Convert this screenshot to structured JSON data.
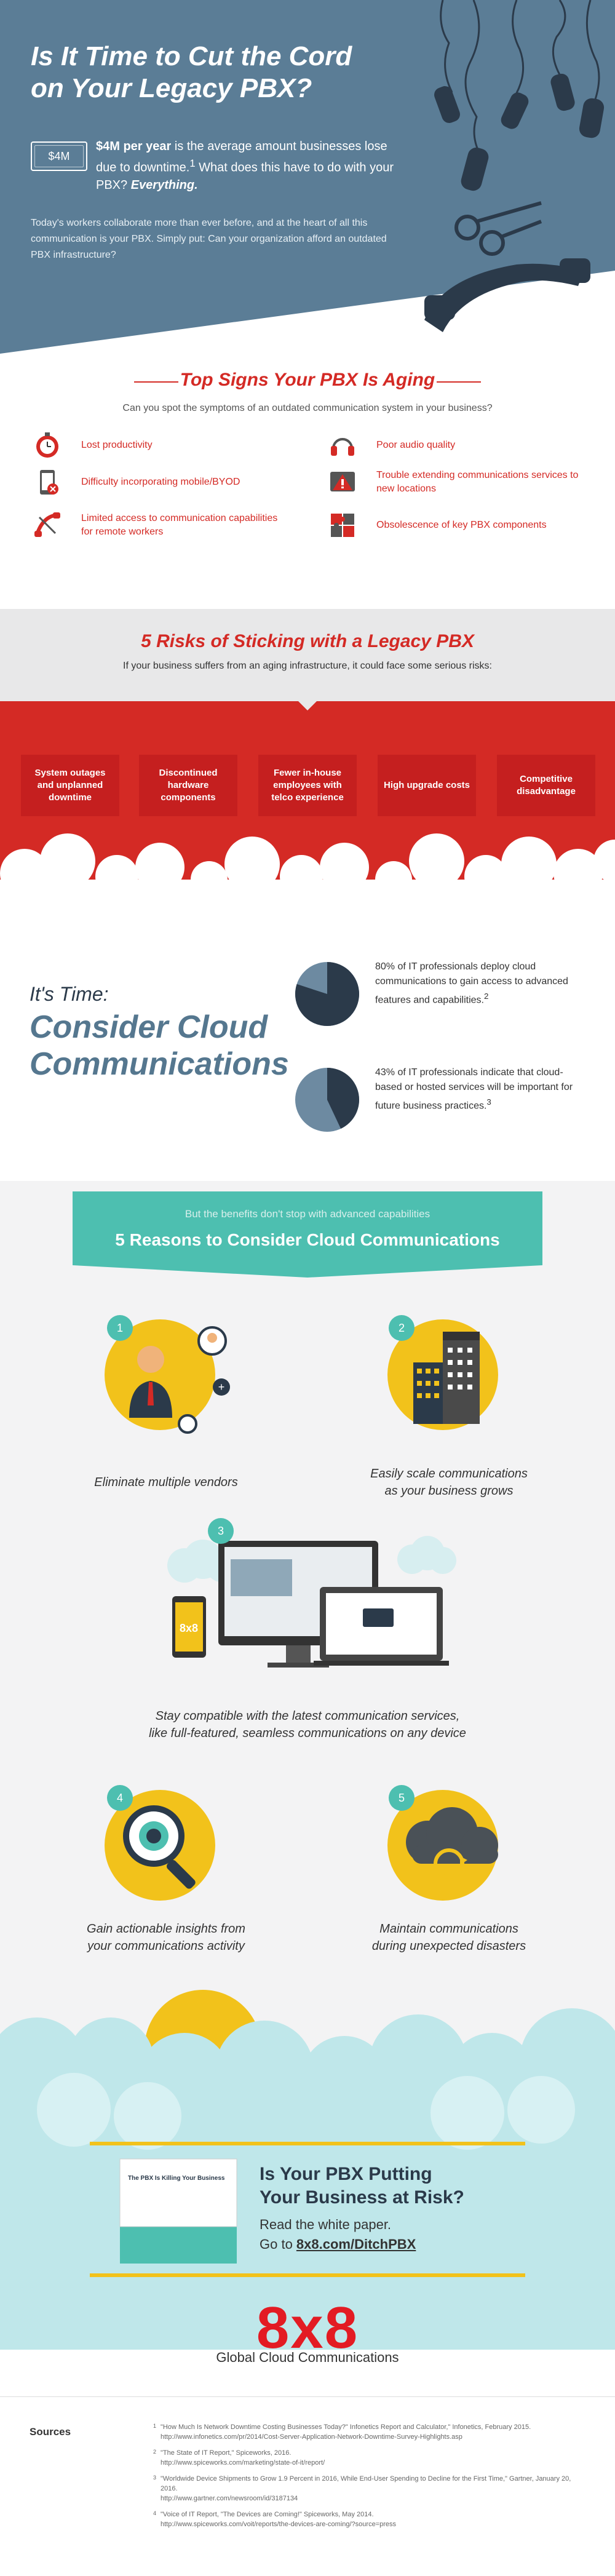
{
  "hero": {
    "title_line1": "Is It Time to Cut the Cord",
    "title_line2": "on Your Legacy PBX?",
    "money_label": "$4M",
    "stat_bold": "$4M per year",
    "stat_rest": " is the average amount businesses lose due to downtime.",
    "stat_sup": "1",
    "stat_question": " What does this have to do with your PBX? ",
    "stat_answer": "Everything.",
    "body": "Today's workers collaborate more than ever before, and at the heart of all this communication is your PBX. Simply put: Can your organization afford an outdated PBX infrastructure?"
  },
  "signs": {
    "title": "Top Signs Your PBX Is Aging",
    "subtitle": "Can you spot the symptoms of an outdated communication system in your business?",
    "items": [
      {
        "label": "Lost productivity",
        "icon": "clock-icon"
      },
      {
        "label": "Poor audio quality",
        "icon": "headset-icon"
      },
      {
        "label": "Difficulty incorporating mobile/BYOD",
        "icon": "mobile-icon"
      },
      {
        "label": "Trouble extending communications services to new locations",
        "icon": "warning-icon"
      },
      {
        "label": "Limited access to communication capabilities for remote workers",
        "icon": "broken-phone-icon"
      },
      {
        "label": "Obsolescence of key PBX components",
        "icon": "puzzle-icon"
      }
    ]
  },
  "risks": {
    "title": "5 Risks of Sticking with a Legacy PBX",
    "subtitle": "If your business suffers from an aging infrastructure, it could face some serious risks:",
    "items": [
      "System outages and unplanned downtime",
      "Discontinued hardware components",
      "Fewer in-house employees with telco experience",
      "High upgrade costs",
      "Competitive disadvantage"
    ]
  },
  "cloud": {
    "its_time": "It's Time:",
    "consider_line1": "Consider Cloud",
    "consider_line2": "Communications",
    "stats": [
      {
        "percent": 80,
        "text": "80% of IT professionals deploy cloud communications to gain access to advanced features and capabilities.",
        "sup": "2"
      },
      {
        "percent": 43,
        "text": "43% of IT professionals indicate that cloud-based or hosted services will be important for future business practices.",
        "sup": "3"
      }
    ]
  },
  "reasons": {
    "banner_sub": "But the benefits don't stop with advanced capabilities",
    "banner_title": "5 Reasons to Consider Cloud Communications",
    "items": [
      {
        "num": "1",
        "text": "Eliminate multiple vendors"
      },
      {
        "num": "2",
        "text_line1": "Easily scale communications",
        "text_line2": "as your business grows"
      },
      {
        "num": "3",
        "text_line1": "Stay compatible with the latest communication services,",
        "text_line2": "like full-featured, seamless communications on any device"
      },
      {
        "num": "4",
        "text_line1": "Gain actionable insights from",
        "text_line2": "your communications activity"
      },
      {
        "num": "5",
        "text_line1": "Maintain communications",
        "text_line2": "during unexpected disasters"
      }
    ],
    "device_logo": "8x8"
  },
  "cta": {
    "title_line1": "Is Your PBX Putting",
    "title_line2": "Your Business at Risk?",
    "read": "Read the white paper.",
    "go_prefix": "Go to ",
    "link": "8x8.com/DitchPBX",
    "paper_title": "The PBX Is Killing Your Business",
    "logo": "8x8",
    "logo_tag": "Global Cloud Communications"
  },
  "sources": {
    "heading": "Sources",
    "items": [
      {
        "sup": "1",
        "line1": "\"How Much Is Network Downtime Costing Businesses Today?\" Infonetics Report and Calculator,\" Infonetics, February 2015.",
        "line2": "http://www.infonetics.com/pr/2014/Cost-Server-Application-Network-Downtime-Survey-Highlights.asp"
      },
      {
        "sup": "2",
        "line1": "\"The State of IT Report,\" Spiceworks, 2016.",
        "line2": "http://www.spiceworks.com/marketing/state-of-it/report/"
      },
      {
        "sup": "3",
        "line1": "\"Worldwide Device Shipments to Grow 1.9 Percent in 2016, While End-User Spending to Decline for the First Time,\" Gartner, January 20, 2016.",
        "line2": "http://www.gartner.com/newsroom/id/3187134"
      },
      {
        "sup": "4",
        "line1": "\"Voice of IT Report, \"The Devices are Coming!\" Spiceworks, May 2014.",
        "line2": "http://www.spiceworks.com/voit/reports/the-devices-are-coming/?source=press"
      }
    ]
  },
  "colors": {
    "hero_blue": "#5b7d96",
    "red": "#d42a25",
    "teal": "#4dbfb0",
    "yellow": "#f2c21b",
    "dark_navy": "#2b3a4a"
  }
}
